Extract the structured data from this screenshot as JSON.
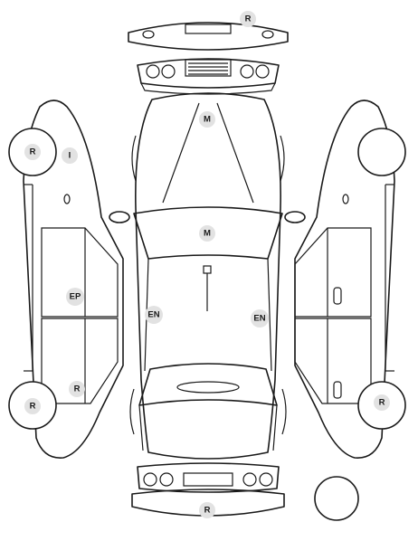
{
  "marks": {
    "front_bumper": "R",
    "hood": "M",
    "windshield": "M",
    "left_front_wheel": "R",
    "left_front_fender": "I",
    "left_rear_door": "EP",
    "left_rear_quarter": "R",
    "left_rear_wheel": "R",
    "left_roof_side": "EN",
    "right_roof_side": "EN",
    "right_rear_wheel": "R",
    "rear_bumper": "R"
  },
  "colors": {
    "badge": "#e2e2e2",
    "line": "#1a1a1a"
  }
}
